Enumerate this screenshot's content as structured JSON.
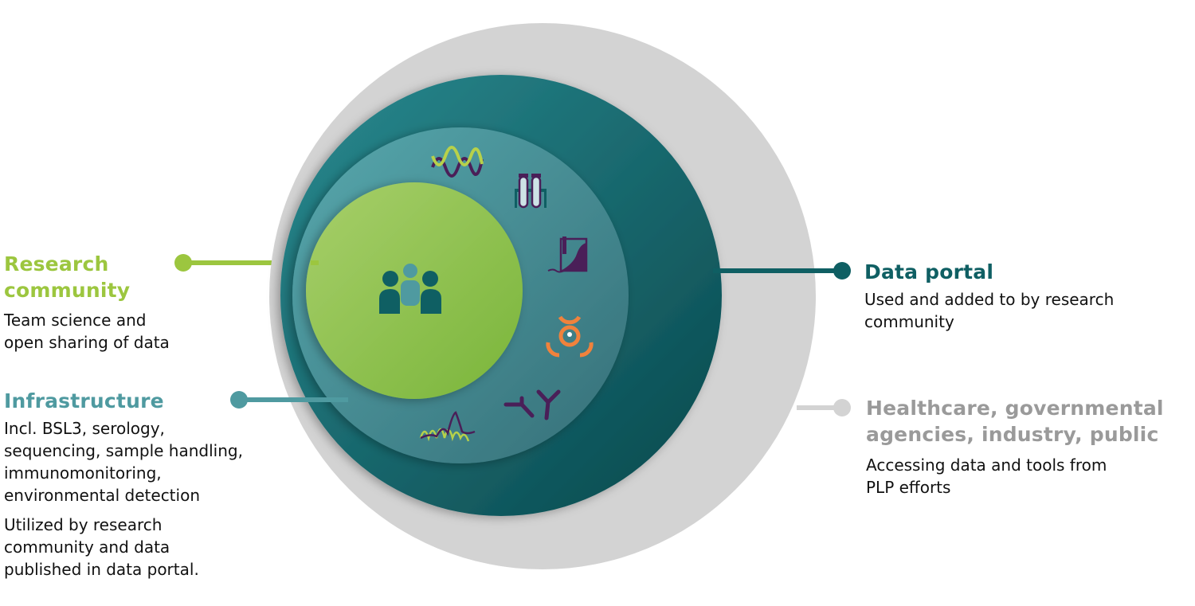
{
  "colors": {
    "research": "#9cc63f",
    "infrastructure": "#4f9aa0",
    "data_portal": "#0f5f63",
    "healthcare": "#9a9a9a",
    "outer_ring": "#d3d3d3",
    "biohazard": "#f0823c",
    "icon_purple": "#4a1f58"
  },
  "research_community": {
    "title_line1": "Research",
    "title_line2": "community",
    "desc_line1": "Team science and",
    "desc_line2": "open sharing of data"
  },
  "infrastructure": {
    "title": "Infrastructure",
    "desc_lines": [
      "Incl. BSL3, serology,",
      "sequencing, sample handling,",
      "immunomonitoring,",
      "environmental detection"
    ],
    "usage_lines": [
      "Utilized by research",
      "community and data",
      "published in data portal."
    ]
  },
  "data_portal": {
    "title": "Data portal",
    "desc_line1": "Used and added to by research",
    "desc_line2": "community"
  },
  "healthcare": {
    "title_line1": "Healthcare, governmental",
    "title_line2": "agencies, industry, public",
    "desc_line1": "Accessing data and tools from",
    "desc_line2": "PLP efforts"
  },
  "icons": [
    "dna-icon",
    "test-tubes-icon",
    "wastewater-icon",
    "biohazard-icon",
    "antibody-icon",
    "sequencing-chromatogram-icon",
    "people-icon"
  ]
}
